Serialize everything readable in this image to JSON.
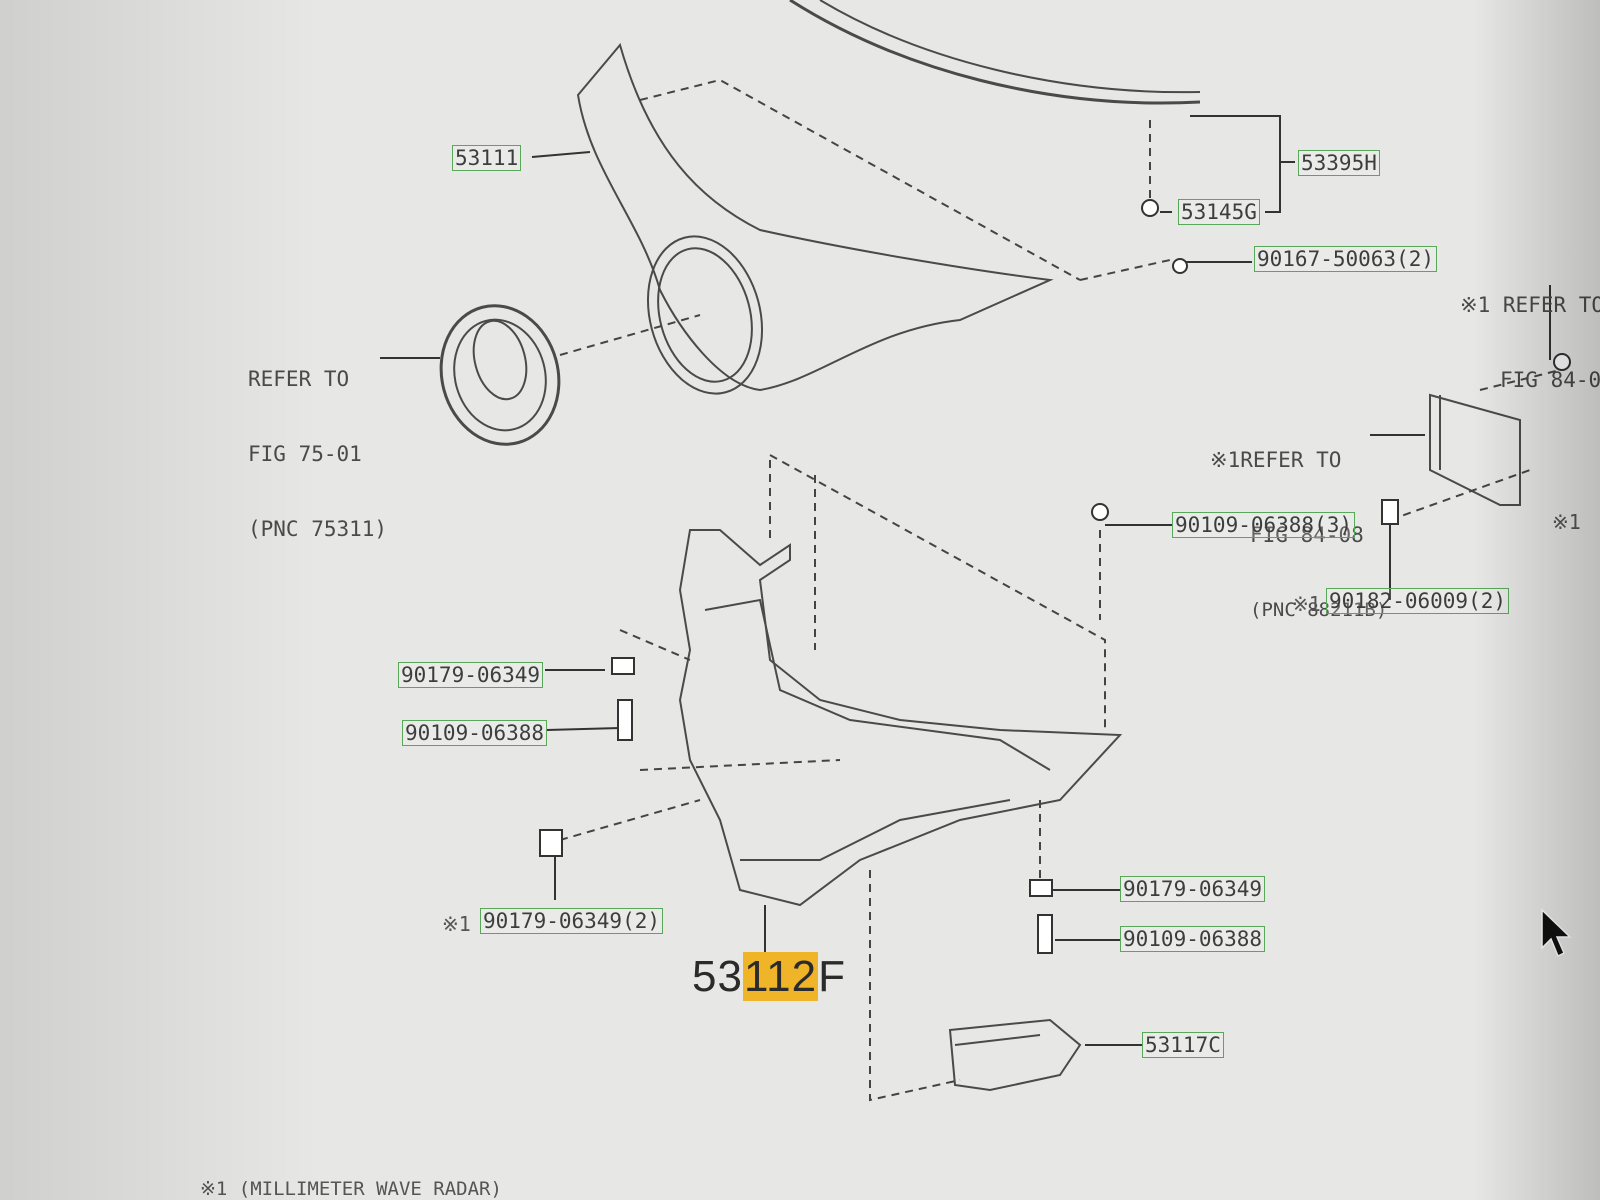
{
  "diagram": {
    "hood_part": "53111",
    "hood_weatherstrip": "53395H",
    "clip_53145": "53145G",
    "bolt_top": "90167-50063(2)",
    "emblem_ref": {
      "line1": "REFER TO",
      "line2": "FIG 75-01",
      "line3": "(PNC 75311)"
    },
    "radar_ref_top": {
      "mark": "※1",
      "line1": "REFER TO",
      "line2": "FIG 84-0"
    },
    "radar_ref_mid": {
      "mark": "※1",
      "line1": "REFER TO",
      "line2": "FIG 84-08",
      "line3": "(PNC 88211B)"
    },
    "bolt_radar": "90109-06388(3)",
    "nut_radar": "90182-06009(2)",
    "nut_radar_mark": "※1",
    "nut_left": "90179-06349",
    "bolt_left": "90109-06388",
    "nut_left_bottom": "90179-06349(2)",
    "nut_left_bottom_mark": "※1",
    "nut_right": "90179-06349",
    "bolt_right": "90109-06388",
    "duct": "53117C",
    "support_part_prefix": "53",
    "support_part_highlight": "112",
    "support_part_suffix": "F",
    "right_edge_mark": "※1",
    "footnote": "※1 (MILLIMETER WAVE RADAR)"
  }
}
